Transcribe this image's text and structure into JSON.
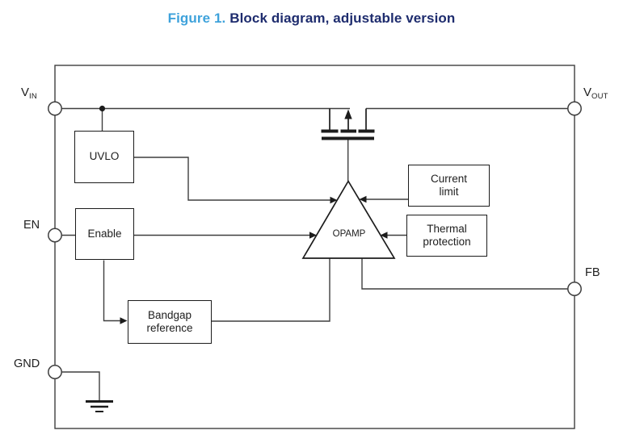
{
  "figure": {
    "label": "Figure 1.",
    "title": "Block diagram, adjustable version"
  },
  "pins": {
    "vin": {
      "symbol": "V",
      "subscript": "IN"
    },
    "vout": {
      "symbol": "V",
      "subscript": "OUT"
    },
    "en": {
      "label": "EN"
    },
    "fb": {
      "label": "FB"
    },
    "gnd": {
      "label": "GND"
    }
  },
  "blocks": {
    "uvlo": {
      "label": "UVLO"
    },
    "enable": {
      "label": "Enable"
    },
    "bandgap": {
      "label": "Bandgap\nreference"
    },
    "current_limit": {
      "label": "Current\nlimit"
    },
    "thermal_protection": {
      "label": "Thermal\nprotection"
    },
    "opamp": {
      "label": "OPAMP"
    }
  },
  "icons": {
    "pass_transistor": "pmos-pass-transistor-icon",
    "ground": "ground-symbol-icon"
  },
  "colors": {
    "figure_label_blue": "#3ea2db",
    "figure_title_navy": "#1e2c6e",
    "wire": "#3f3f3f",
    "block_border": "#1c1c1c"
  }
}
